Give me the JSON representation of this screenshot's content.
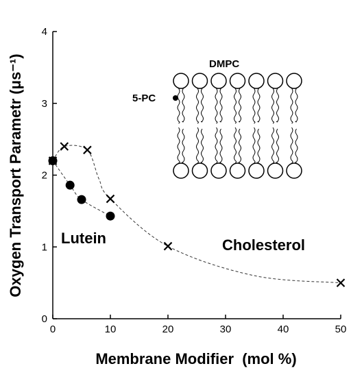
{
  "chart_data": {
    "type": "scatter",
    "xlabel": "Membrane Modifier  (mol %)",
    "ylabel": "Oxygen Transport Parametr (μs⁻¹)",
    "xlim": [
      0,
      50
    ],
    "ylim": [
      0,
      4
    ],
    "xticks": [
      0,
      10,
      20,
      30,
      40,
      50
    ],
    "yticks": [
      0,
      1,
      2,
      3,
      4
    ],
    "grid": false,
    "series": [
      {
        "name": "Lutein",
        "marker": "circle",
        "x": [
          0,
          3,
          5,
          10
        ],
        "y": [
          2.2,
          1.86,
          1.66,
          1.43
        ],
        "curve": [
          [
            0,
            2.2
          ],
          [
            3,
            1.86
          ],
          [
            5,
            1.66
          ],
          [
            10,
            1.43
          ]
        ]
      },
      {
        "name": "Cholesterol",
        "marker": "cross",
        "x": [
          0,
          2,
          6,
          10,
          20,
          50
        ],
        "y": [
          2.2,
          2.4,
          2.35,
          1.67,
          1.01,
          0.5
        ],
        "curve": [
          [
            0,
            2.2
          ],
          [
            2,
            2.4
          ],
          [
            6,
            2.35
          ],
          [
            8,
            1.95
          ],
          [
            10,
            1.67
          ],
          [
            20,
            1.01
          ],
          [
            35,
            0.6
          ],
          [
            50,
            0.5
          ]
        ]
      }
    ],
    "annotations": {
      "lutein": "Lutein",
      "cholesterol": "Cholesterol",
      "dmpc": "DMPC",
      "probe": "5-PC"
    },
    "colors": {
      "ink": "#000000",
      "background": "#ffffff"
    }
  }
}
